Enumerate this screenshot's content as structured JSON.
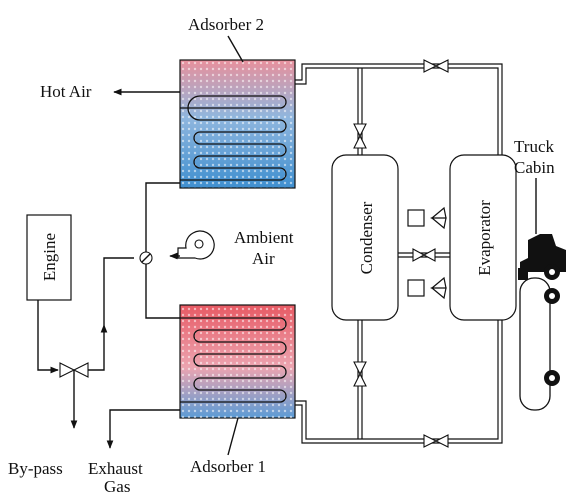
{
  "labels": {
    "adsorber2": "Adsorber 2",
    "adsorber1": "Adsorber 1",
    "hot_air": "Hot Air",
    "engine": "Engine",
    "ambient": "Ambient",
    "air": "Air",
    "condenser": "Condenser",
    "evaporator": "Evaporator",
    "truck": "Truck",
    "cabin": "Cabin",
    "bypass": "By-pass",
    "exhaust": "Exhaust",
    "gas": "Gas"
  },
  "colors": {
    "adsorber2_top": "#e8909c",
    "adsorber2_bottom": "#3f8fcf",
    "adsorber1_top": "#e85a64",
    "adsorber1_bottom": "#5b9bd5"
  }
}
